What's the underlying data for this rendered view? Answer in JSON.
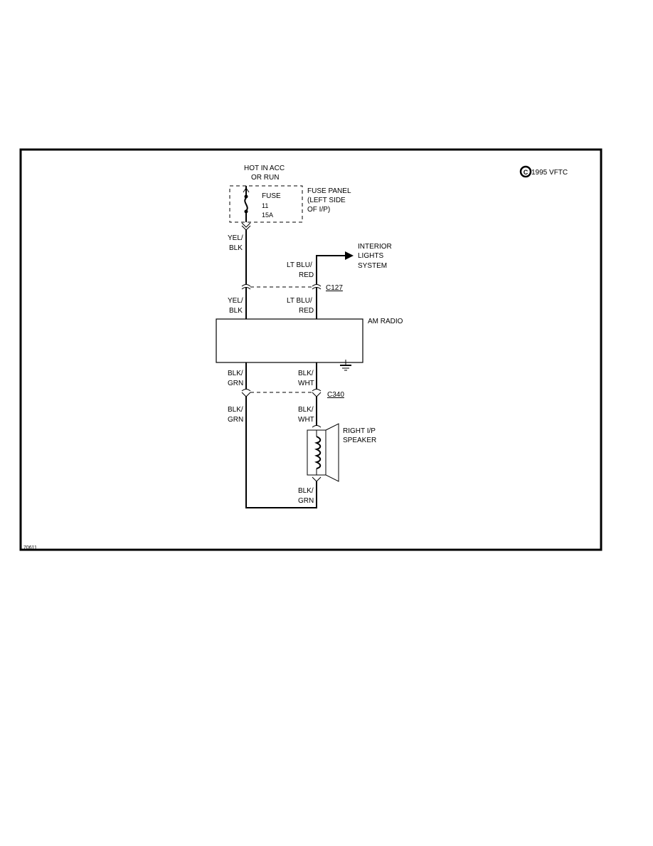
{
  "copyright": {
    "symbol": "C",
    "text": "1995 VFTC"
  },
  "figure_id": "70611",
  "power": {
    "line1": "HOT IN ACC",
    "line2": "OR RUN"
  },
  "fuse": {
    "name": "FUSE",
    "number": "11",
    "rating": "15A"
  },
  "fuse_panel": {
    "line1": "FUSE PANEL",
    "line2": "(LEFT SIDE",
    "line3": "OF I/P)"
  },
  "wires": {
    "yel_blk_top": [
      "YEL/",
      "BLK"
    ],
    "lt_blu_red_top": [
      "LT BLU/",
      "RED"
    ],
    "yel_blk_mid": [
      "YEL/",
      "BLK"
    ],
    "lt_blu_red_mid": [
      "LT BLU/",
      "RED"
    ],
    "blk_grn_top": [
      "BLK/",
      "GRN"
    ],
    "blk_wht_top": [
      "BLK/",
      "WHT"
    ],
    "blk_grn_mid": [
      "BLK/",
      "GRN"
    ],
    "blk_wht_mid": [
      "BLK/",
      "WHT"
    ],
    "blk_grn_bottom": [
      "BLK/",
      "GRN"
    ]
  },
  "interior_lights": {
    "line1": "INTERIOR",
    "line2": "LIGHTS",
    "line3": "SYSTEM"
  },
  "connectors": {
    "c127": "C127",
    "c340": "C340"
  },
  "radio": {
    "label": "AM RADIO"
  },
  "speaker": {
    "line1": "RIGHT I/P",
    "line2": "SPEAKER"
  }
}
